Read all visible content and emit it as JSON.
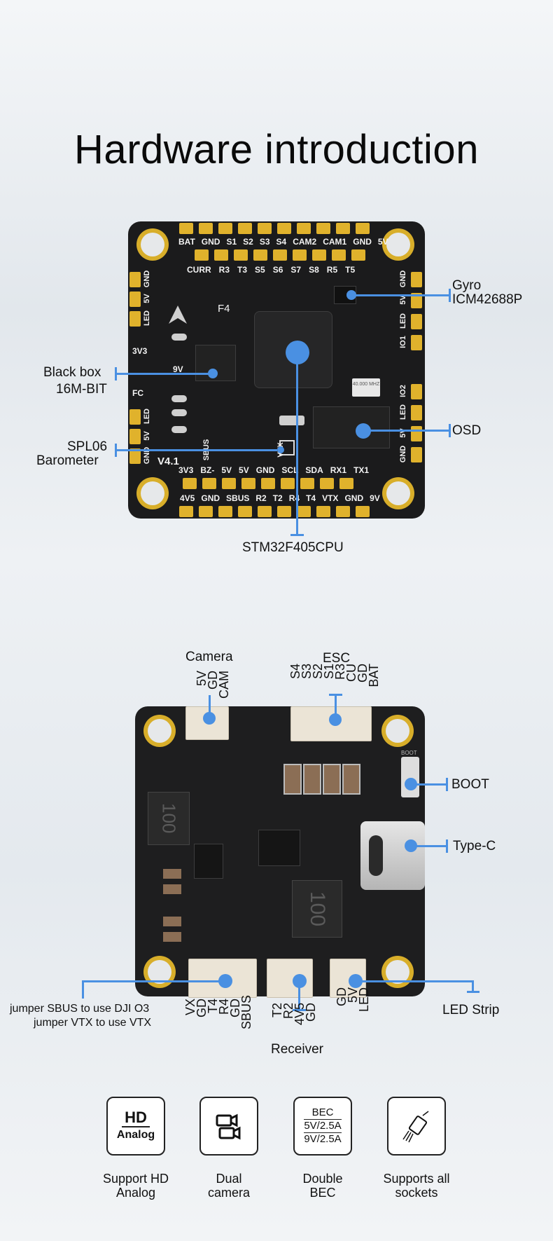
{
  "title": "Hardware introduction",
  "top_board": {
    "top_row_labels": [
      "BAT",
      "GND",
      "S1",
      "S2",
      "S3",
      "S4",
      "CAM2",
      "CAM1",
      "GND",
      "5V"
    ],
    "second_row_labels": [
      "CURR",
      "R3",
      "T3",
      "S5",
      "S6",
      "S7",
      "S8",
      "R5",
      "T5"
    ],
    "bottom_row_labels": [
      "3V3",
      "BZ-",
      "5V",
      "5V",
      "GND",
      "SCL",
      "SDA",
      "RX1",
      "TX1"
    ],
    "bottom_pad_labels": [
      "4V5",
      "GND",
      "SBUS",
      "R2",
      "T2",
      "R4",
      "T4",
      "VTX",
      "GND",
      "9V"
    ],
    "left_labels_top": [
      "GND",
      "5V",
      "LED"
    ],
    "left_labels_bottom": [
      "LED",
      "5V",
      "GND"
    ],
    "right_labels_top": [
      "GND",
      "5V",
      "LED",
      "IO1"
    ],
    "right_labels_bottom": [
      "IO2",
      "LED",
      "5V",
      "GND"
    ],
    "chip_mark": "F4",
    "version": "V4.1",
    "small_3v3": "3V3",
    "small_fc": "FC",
    "small_9v": "9V",
    "sbus_mark": "SBUS",
    "vtx_mark": "VTX",
    "crystal": "40.000 MHZ",
    "callouts": {
      "gyro_1": "Gyro",
      "gyro_2": "ICM42688P",
      "blackbox_1": "Black box",
      "blackbox_2": "16M-BIT",
      "osd": "OSD",
      "baro_1": "SPL06",
      "baro_2": "Barometer",
      "cpu": "STM32F405CPU"
    }
  },
  "bottom_board": {
    "camera_label": "Camera",
    "camera_pins": [
      "5V",
      "GD",
      "CAM"
    ],
    "esc_label": "ESC",
    "esc_pins": [
      "S4",
      "S3",
      "S2",
      "S1",
      "R3",
      "CU",
      "GD",
      "BAT"
    ],
    "boot_label": "BOOT",
    "boot_mark": "BOOT",
    "typec_label": "Type-C",
    "inductor_text": "100",
    "receiver_label": "Receiver",
    "vtx_pins": [
      "VX",
      "GD",
      "T4",
      "R4",
      "GD",
      "SBUS"
    ],
    "rx_pins": [
      "T2",
      "R2",
      "4V5",
      "GD"
    ],
    "led_pins": [
      "GD",
      "5V",
      "LED"
    ],
    "led_strip_label": "LED Strip",
    "jumper_1": "jumper SBUS to use DJI O3",
    "jumper_2": "jumper VTX to use VTX"
  },
  "features": [
    {
      "icon": "hd-analog-icon",
      "box_line1": "HD",
      "box_line2": "Analog",
      "caption1": "Support HD",
      "caption2": "Analog"
    },
    {
      "icon": "dual-camera-icon",
      "caption1": "Dual",
      "caption2": "camera"
    },
    {
      "icon": "bec-icon",
      "box_line1": "BEC",
      "box_line2": "5V/2.5A",
      "box_line3": "9V/2.5A",
      "caption1": "Double",
      "caption2": "BEC"
    },
    {
      "icon": "socket-connector-icon",
      "caption1": "Supports all",
      "caption2": "sockets"
    }
  ]
}
